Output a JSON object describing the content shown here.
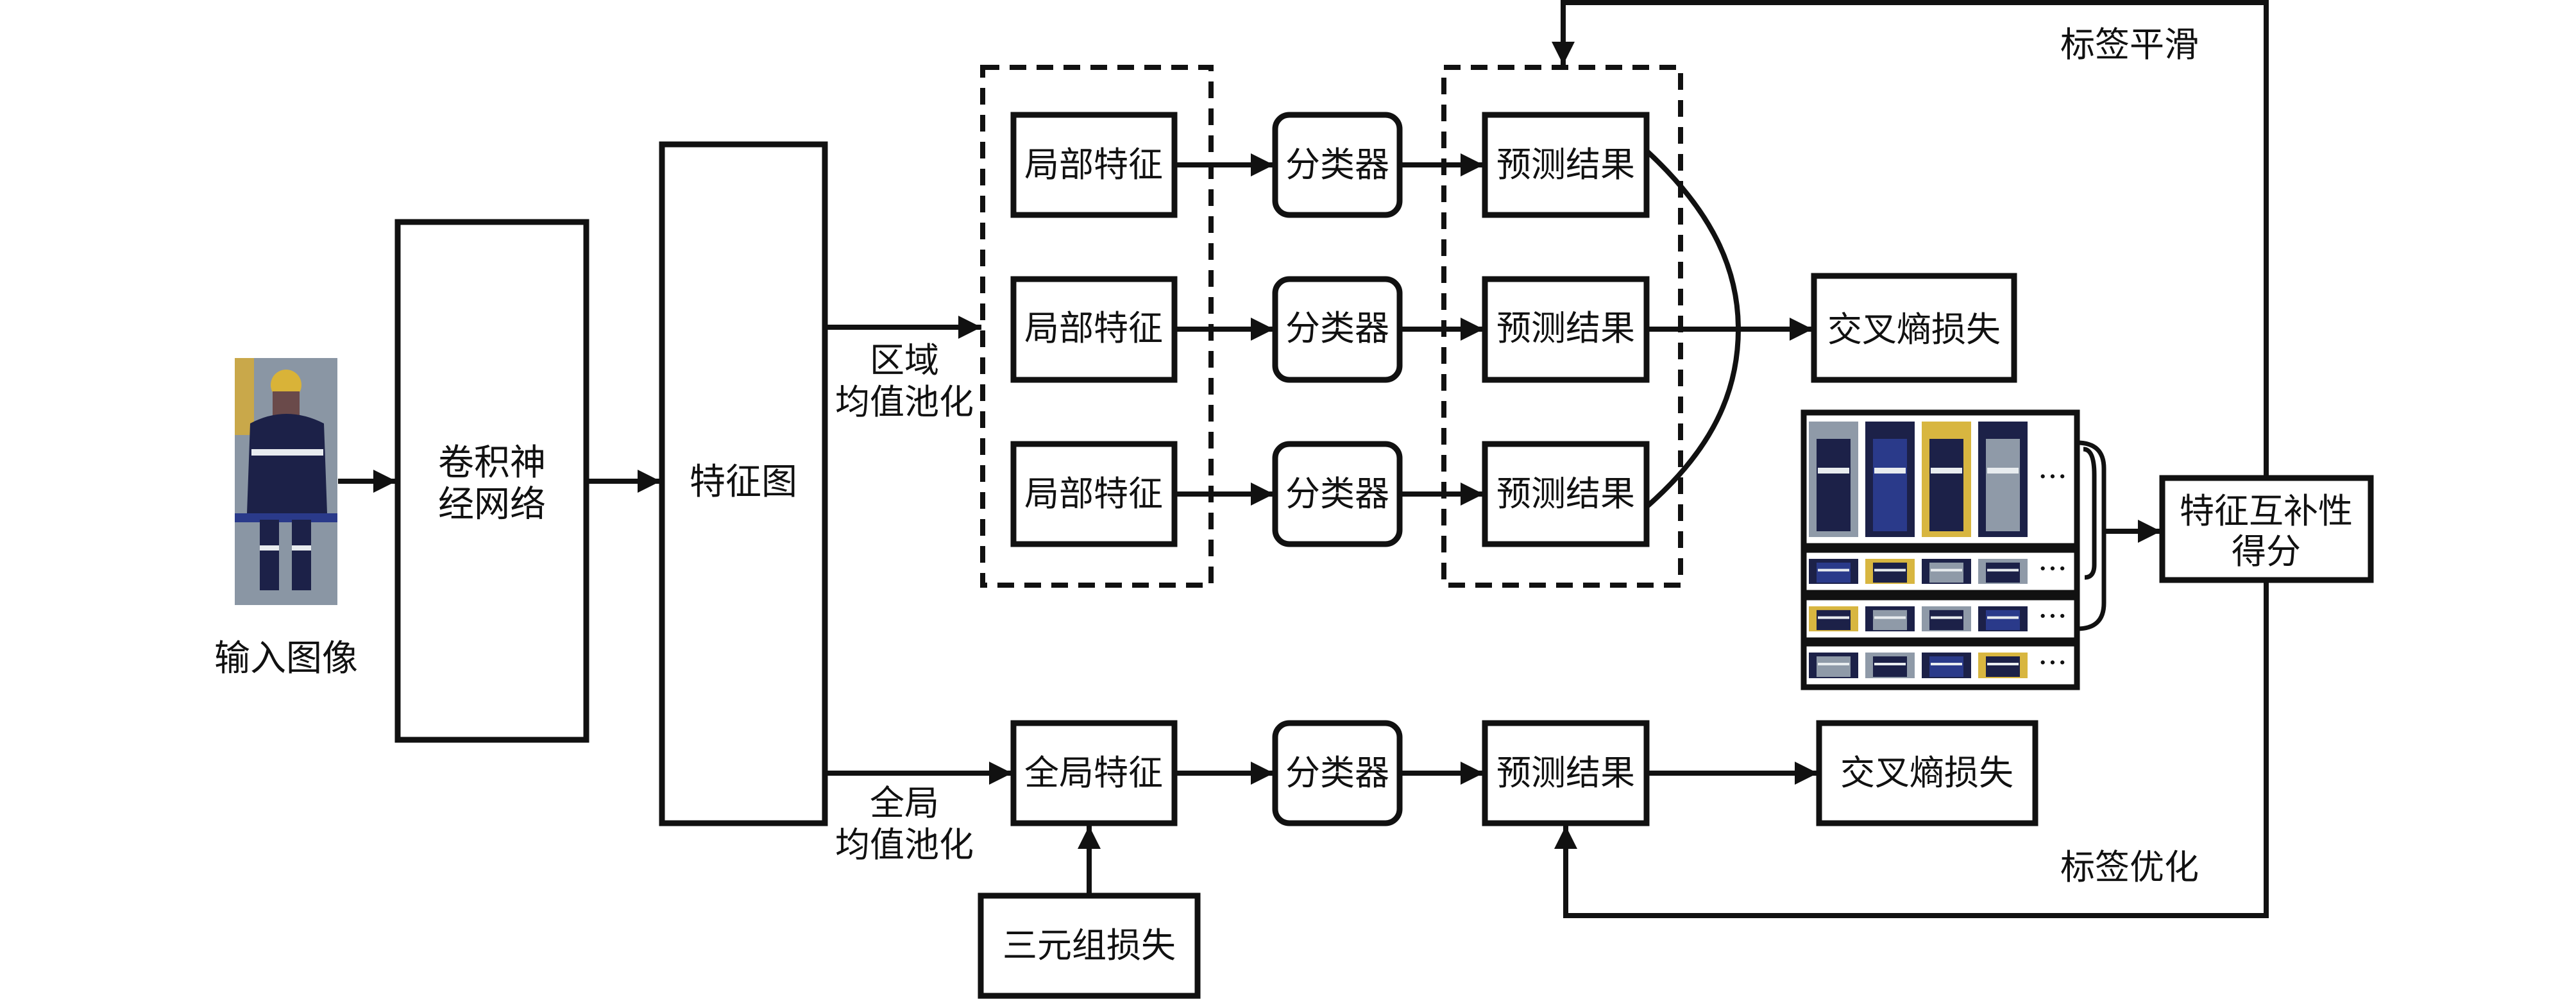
{
  "diagram": {
    "input": {
      "label": "输入图像",
      "image": "person-crop-icon"
    },
    "cnn": {
      "label_line1": "卷积神",
      "label_line2": "经网络"
    },
    "feature_map": {
      "label": "特征图"
    },
    "region_pooling": {
      "label_line1": "区域",
      "label_line2": "均值池化"
    },
    "global_pooling": {
      "label_line1": "全局",
      "label_line2": "均值池化"
    },
    "local_branch": {
      "local_features": [
        "局部特征",
        "局部特征",
        "局部特征"
      ],
      "classifiers": [
        "分类器",
        "分类器",
        "分类器"
      ],
      "predictions": [
        "预测结果",
        "预测结果",
        "预测结果"
      ],
      "loss": "交叉熵损失"
    },
    "global_branch": {
      "global_feature": "全局特征",
      "classifier": "分类器",
      "prediction": "预测结果",
      "loss": "交叉熵损失",
      "triplet_loss": "三元组损失"
    },
    "gallery": {
      "rows": 4,
      "thumbnails_per_row": 4,
      "ellipsis": "···",
      "colors": {
        "dark": "#1c2148",
        "blue": "#2a3a8a",
        "gray": "#8f9aa8",
        "yellow": "#d8b640",
        "stripe": "#e8ecef"
      }
    },
    "complementarity": {
      "label_line1": "特征互补性",
      "label_line2": "得分"
    },
    "feedback": {
      "top_label": "标签平滑",
      "bottom_label": "标签优化"
    }
  }
}
